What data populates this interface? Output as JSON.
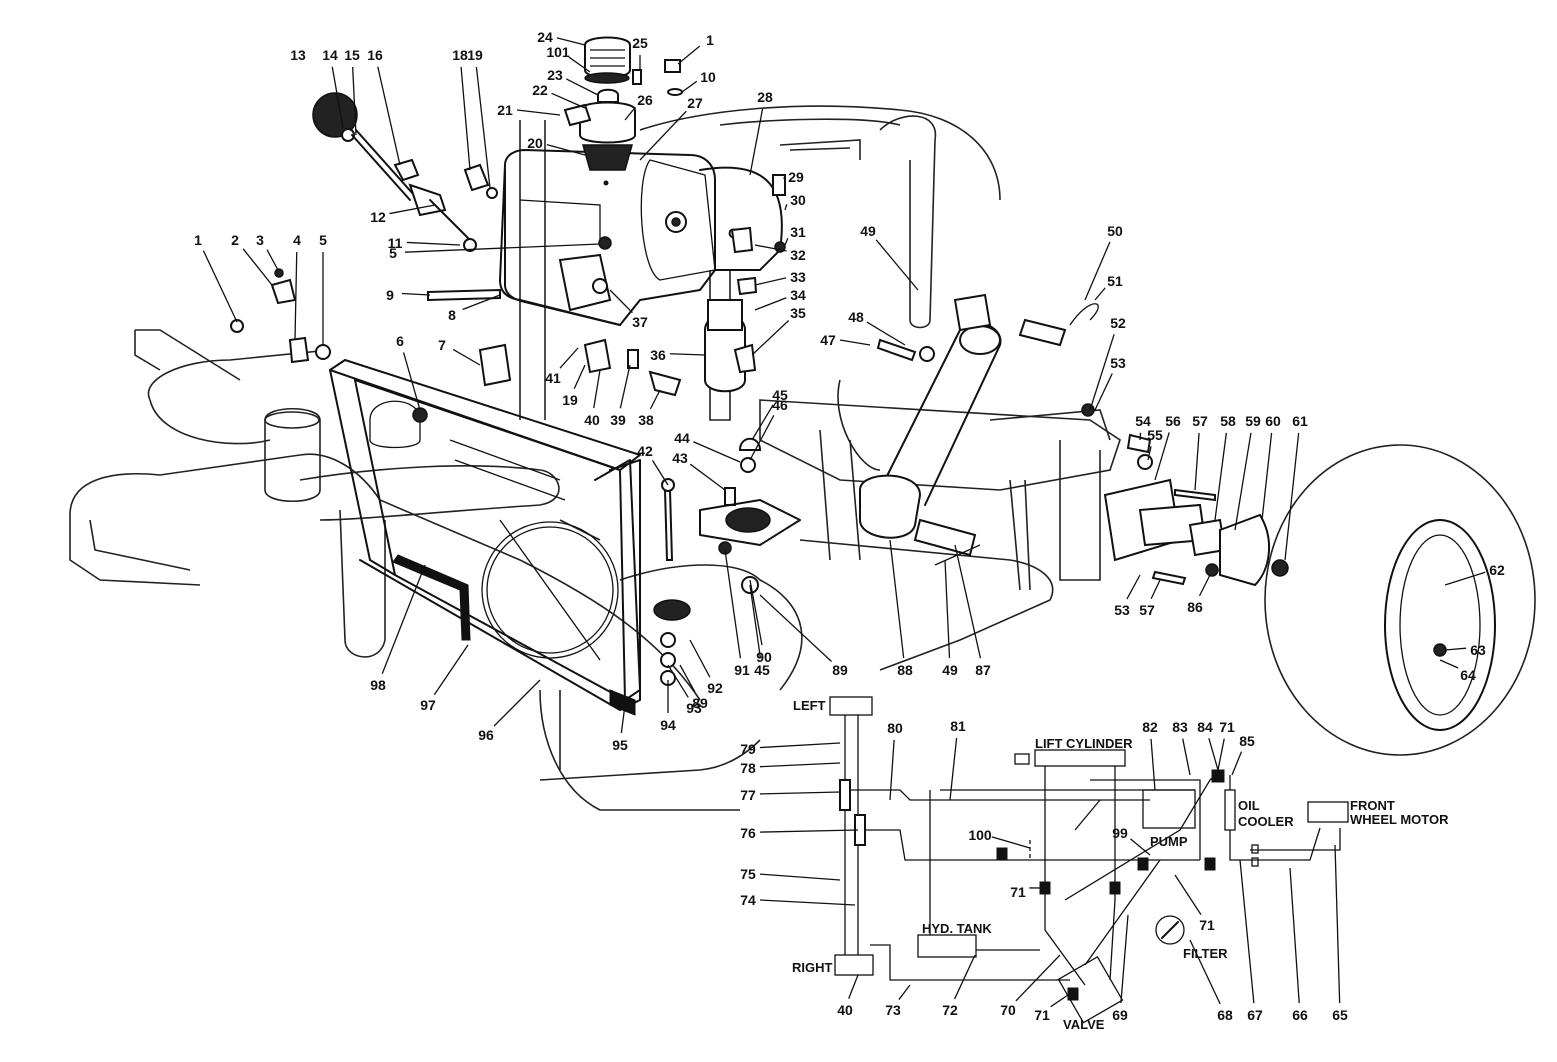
{
  "labels": {
    "left": "LEFT",
    "right": "RIGHT",
    "lift_cylinder": "LIFT CYLINDER",
    "oil": "OIL",
    "cooler": "COOLER",
    "front": "FRONT",
    "wheel_motor": "WHEEL MOTOR",
    "pump": "PUMP",
    "hyd_tank": "HYD. TANK",
    "filter": "FILTER",
    "valve": "VALVE"
  },
  "part_numbers": [
    "1",
    "2",
    "3",
    "4",
    "5",
    "6",
    "7",
    "8",
    "9",
    "10",
    "11",
    "12",
    "13",
    "14",
    "15",
    "16",
    "18",
    "19",
    "20",
    "21",
    "22",
    "23",
    "24",
    "25",
    "26",
    "27",
    "28",
    "29",
    "30",
    "31",
    "32",
    "33",
    "34",
    "35",
    "36",
    "37",
    "38",
    "39",
    "40",
    "41",
    "42",
    "43",
    "44",
    "45",
    "46",
    "47",
    "48",
    "49",
    "50",
    "51",
    "52",
    "53",
    "54",
    "55",
    "56",
    "57",
    "58",
    "59",
    "60",
    "61",
    "62",
    "63",
    "64",
    "65",
    "66",
    "67",
    "68",
    "69",
    "70",
    "71",
    "72",
    "73",
    "74",
    "75",
    "76",
    "77",
    "78",
    "79",
    "80",
    "81",
    "82",
    "83",
    "84",
    "85",
    "86",
    "87",
    "88",
    "89",
    "90",
    "91",
    "92",
    "93",
    "94",
    "95",
    "96",
    "97",
    "98",
    "99",
    "100",
    "101"
  ]
}
